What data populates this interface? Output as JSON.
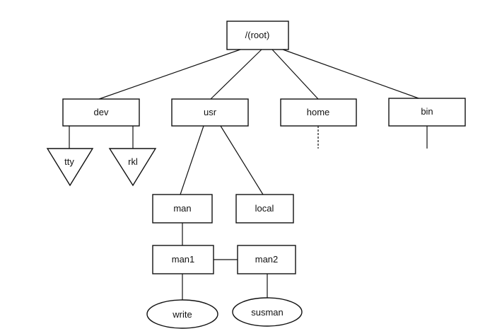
{
  "tree": {
    "root": "/(root)",
    "dev": "dev",
    "usr": "usr",
    "home": "home",
    "bin": "bin",
    "tty": "tty",
    "rkl": "rkl",
    "man": "man",
    "local": "local",
    "man1": "man1",
    "man2": "man2",
    "write": "write",
    "susman": "susman"
  }
}
